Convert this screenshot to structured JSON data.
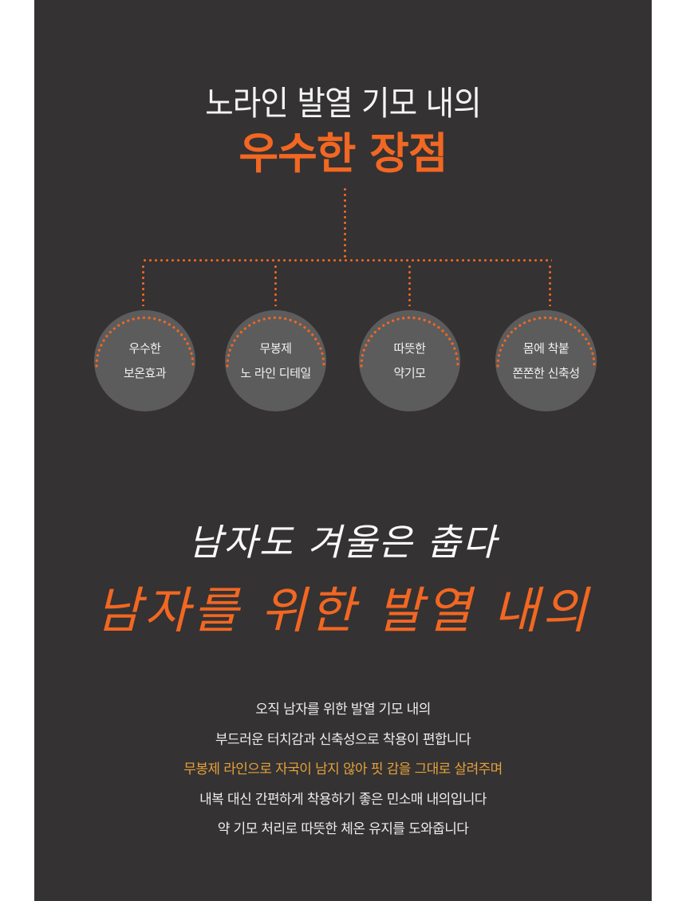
{
  "colors": {
    "panel_background": "#343233",
    "accent_orange": "#f26722",
    "circle_fill": "#5d5c5c",
    "highlight_gold": "#e5a13a",
    "text_white": "#f4f4f4"
  },
  "header": {
    "line1": "노라인 발열 기모 내의",
    "line2": "우수한 장점"
  },
  "features": [
    {
      "line1": "우수한",
      "line2": "보온효과"
    },
    {
      "line1": "무봉제",
      "line2": "노 라인 디테일"
    },
    {
      "line1": "따뜻한",
      "line2": "약기모"
    },
    {
      "line1": "몸에 착붙",
      "line2": "쫀쫀한 신축성"
    }
  ],
  "slogan": {
    "line1": "남자도 겨울은 춥다",
    "line2": "남자를 위한 발열 내의"
  },
  "description": {
    "lines": [
      {
        "text": "오직 남자를 위한 발열 기모 내의",
        "highlight": false
      },
      {
        "text": "부드러운 터치감과 신축성으로 착용이 편합니다",
        "highlight": false
      },
      {
        "text": "무봉제 라인으로 자국이 남지 않아 핏 감을 그대로 살려주며",
        "highlight": true
      },
      {
        "text": "내복 대신 간편하게 착용하기 좋은 민소매 내의입니다",
        "highlight": false
      },
      {
        "text": "약 기모 처리로 따뜻한 체온 유지를 도와줍니다",
        "highlight": false
      }
    ]
  }
}
